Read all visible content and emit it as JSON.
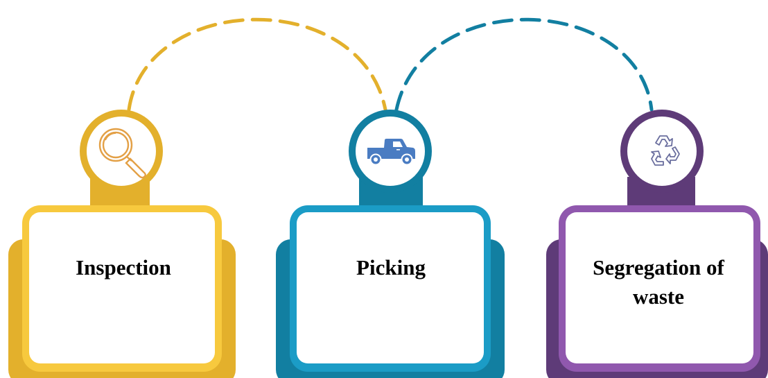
{
  "steps": [
    {
      "label": "Inspection",
      "icon": "magnifier-icon",
      "color": "#E3B02C",
      "light": "#F7C93E"
    },
    {
      "label": "Picking",
      "icon": "pickup-truck-icon",
      "color": "#127FA1",
      "light": "#1B9CC6"
    },
    {
      "label": "Segregation of waste",
      "icon": "recycle-icon",
      "color": "#5E3B78",
      "light": "#9058AE"
    }
  ]
}
